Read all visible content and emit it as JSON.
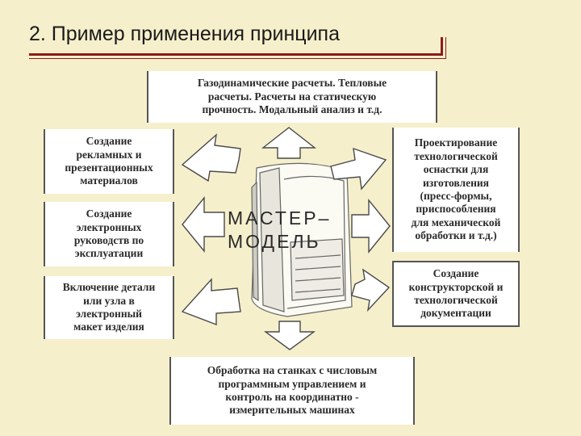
{
  "title": "2. Пример применения принципа",
  "center": "МАСТЕР–\nМОДЕЛЬ",
  "boxes": {
    "top": "Газодинамические расчеты. Тепловые\nрасчеты. Расчеты на статическую\nпрочность. Модальный анализ и т.д.",
    "left1": "Создание\nрекламных и\nпрезентационных\nматериалов",
    "left2": "Создание\nэлектронных\nруководств по\nэксплуатации",
    "left3": "Включение детали\nили узла в\nэлектронный\nмакет изделия",
    "right1": "Проектирование\nтехнологической\nоснастки для\nизготовления\n(пресс-формы,\nприспособления\nдля механической\nобработки и т.д.)",
    "right2": "Создание\nконструкторской и\nтехнологической\nдокументации",
    "bottom": "Обработка на станках с числовым\nпрограммным управлением и\nконтроль на координатно -\nизмерительных машинах"
  }
}
